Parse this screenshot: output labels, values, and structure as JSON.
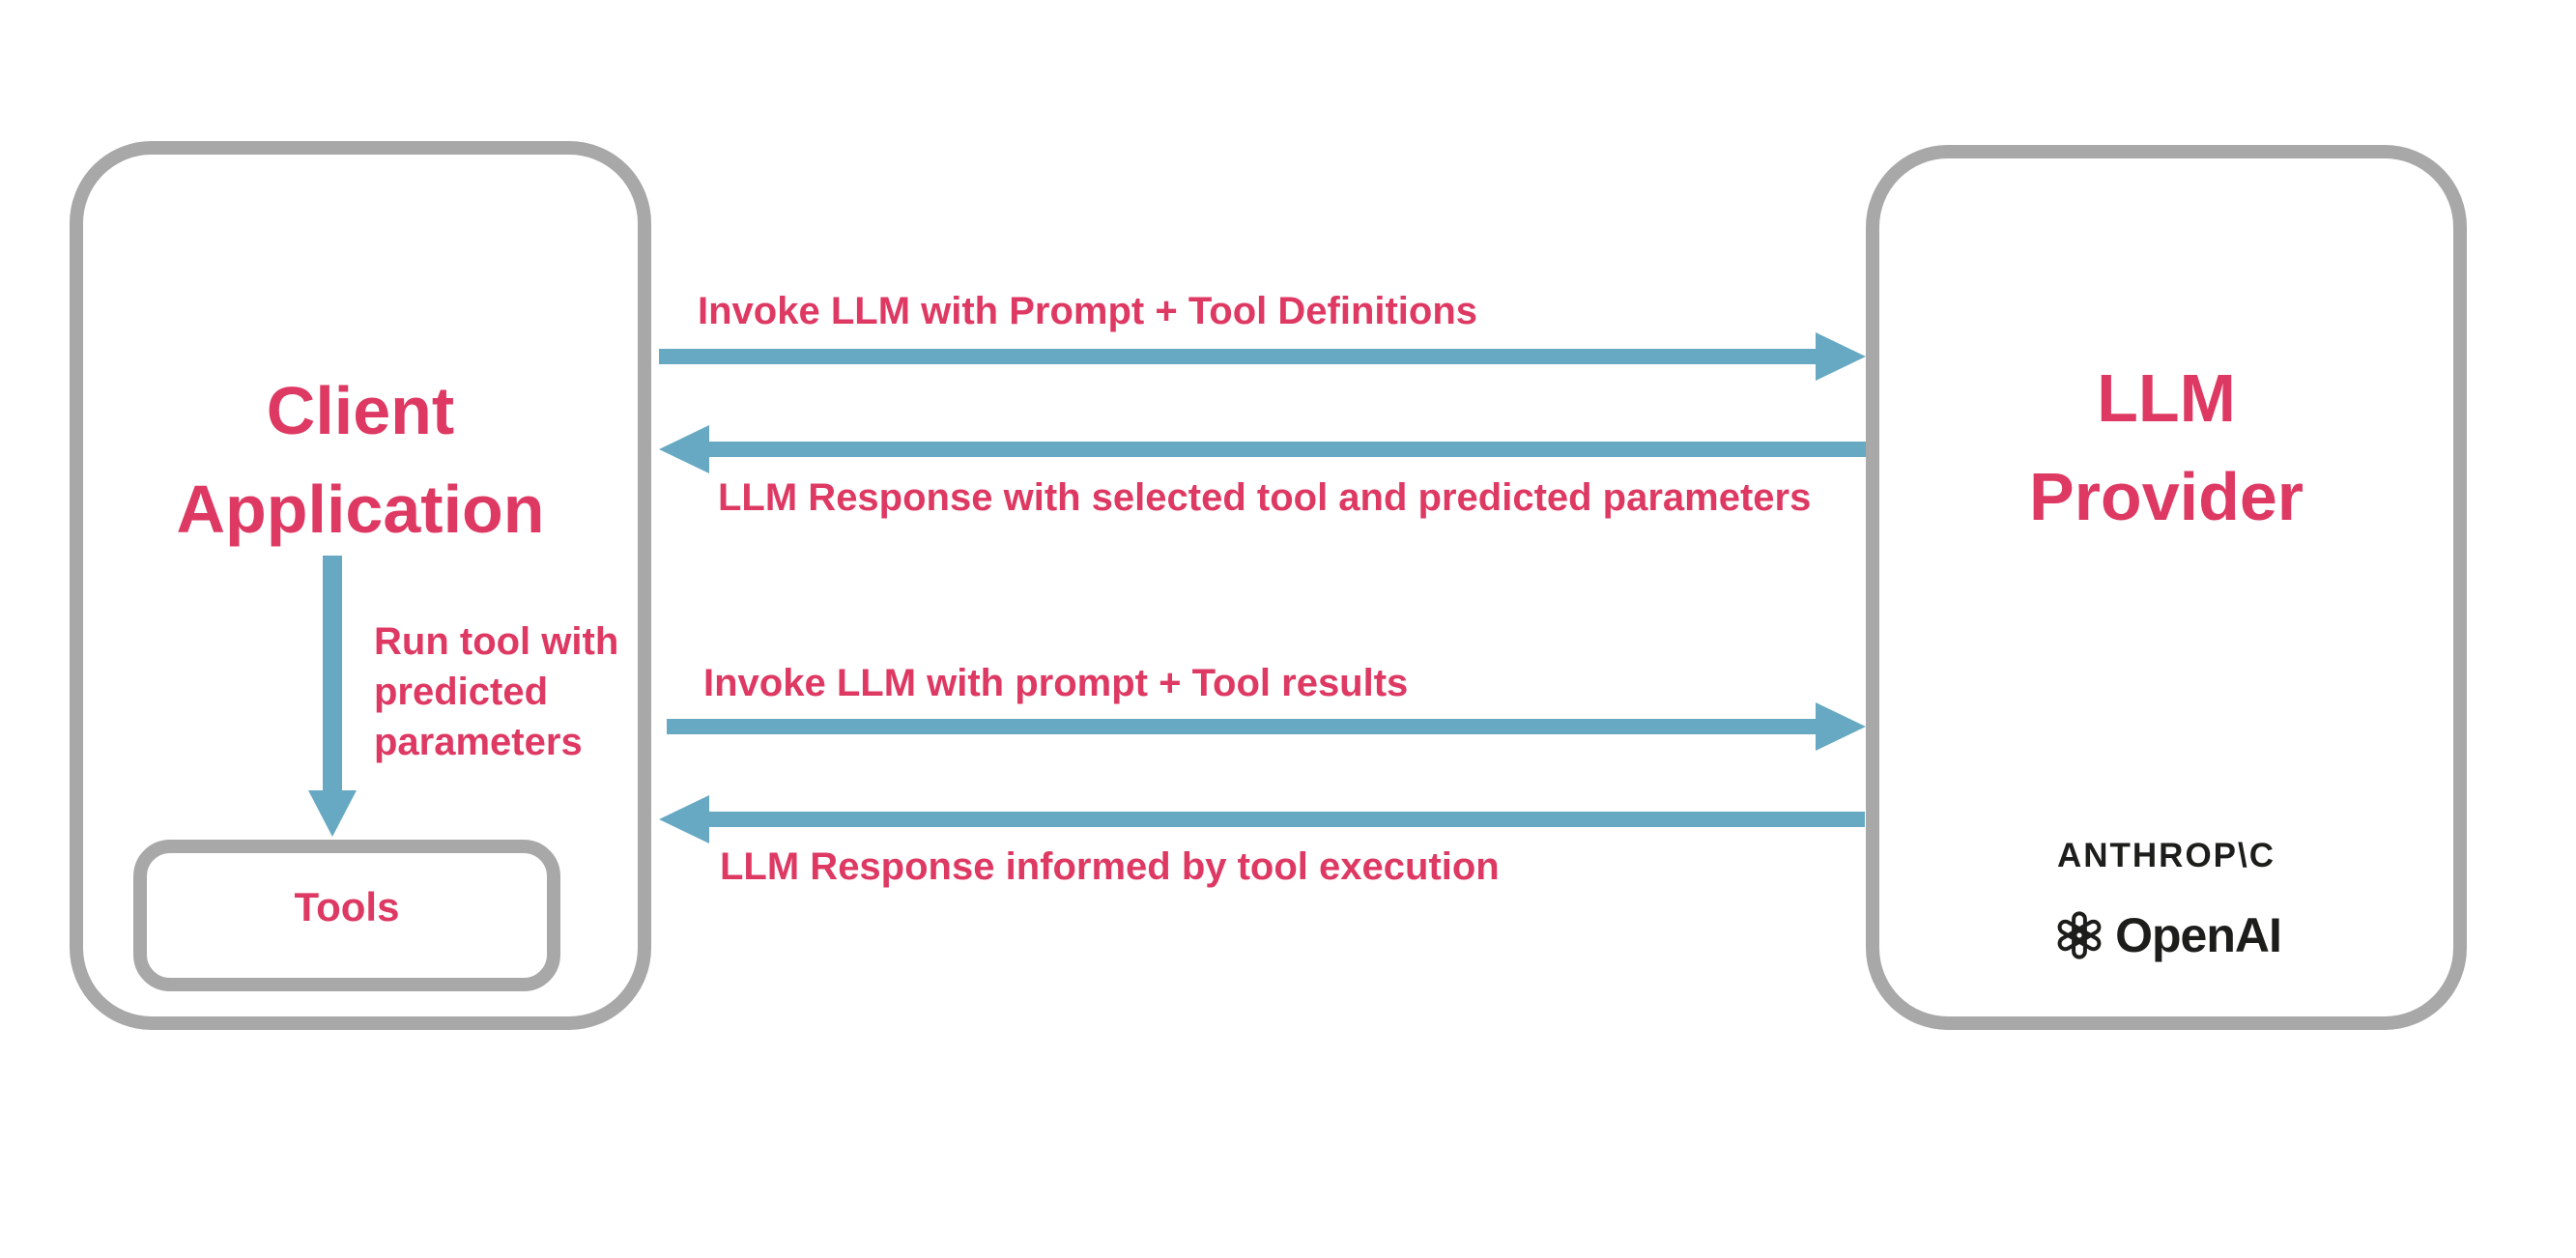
{
  "diagram": {
    "client_box": {
      "title_line1": "Client",
      "title_line2": "Application"
    },
    "tools_box": {
      "label": "Tools"
    },
    "provider_box": {
      "title_line1": "LLM",
      "title_line2": "Provider",
      "logos": {
        "anthropic_wordmark": "ANTHROP\\C",
        "openai_icon": "openai-knot-icon",
        "openai_wordmark": "OpenAI"
      }
    },
    "flows": {
      "request1": "Invoke LLM with Prompt + Tool Definitions",
      "response1": "LLM Response with selected tool and predicted parameters",
      "request2": "Invoke LLM with prompt + Tool results",
      "response2": "LLM Response informed by tool execution",
      "run_tool_line1": "Run tool with",
      "run_tool_line2": "predicted",
      "run_tool_line3": "parameters"
    },
    "colors": {
      "accent_pink": "#de3963",
      "arrow_blue": "#67a9c3",
      "border_gray": "#a8a8a8",
      "logo_black": "#1d1d1b"
    }
  }
}
